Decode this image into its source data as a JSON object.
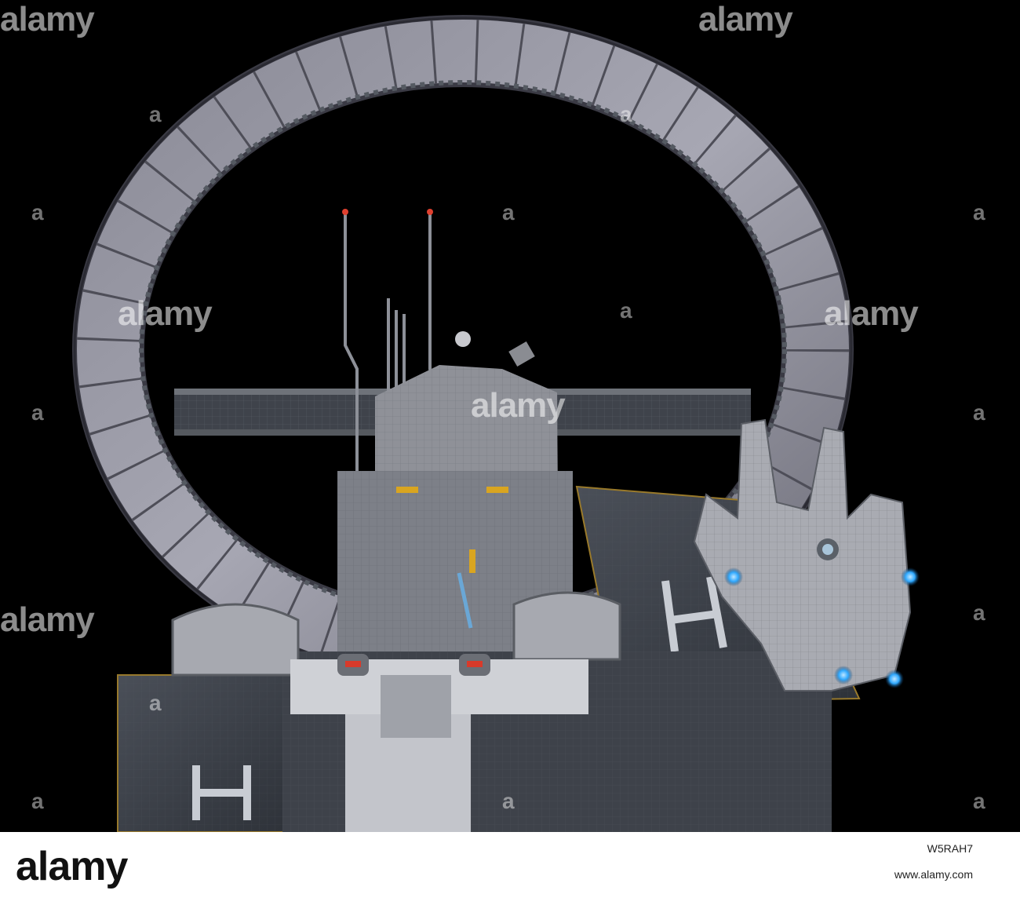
{
  "image": {
    "subject": "space-station-ring-scene"
  },
  "watermark": {
    "text": "alamy",
    "glyph": "a"
  },
  "footer": {
    "logo": "alamy",
    "image_id": "W5RAH7",
    "url": "www.alamy.com"
  },
  "colors": {
    "background": "#000000",
    "footer_bg": "#ffffff",
    "engine_glow": "#2ea8ff",
    "stripe": "#d9a520"
  }
}
